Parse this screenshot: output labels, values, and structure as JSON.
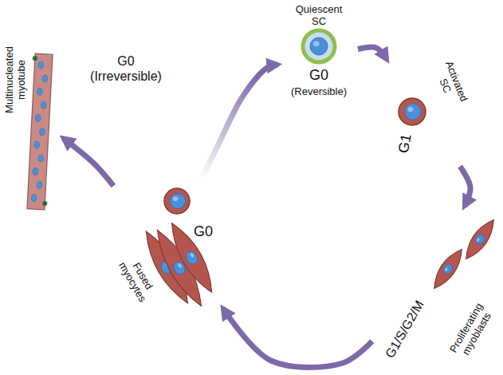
{
  "diagram": {
    "nodes": [
      {
        "text": [
          "Quiescent SC",
          "G0",
          "(Reversible)"
        ]
      },
      {
        "text": [
          "Activated SC",
          "G1"
        ]
      },
      {
        "text": [
          "G1/S/G2/M",
          "Proliferating myoblasts"
        ]
      },
      {
        "text": [
          "Fused myocytes",
          "G0"
        ]
      },
      {
        "text": [
          "Multinucleated myotube"
        ]
      }
    ],
    "edges": [
      {
        "from": 0,
        "to": 1,
        "arrow": "to"
      },
      {
        "from": 1,
        "to": 2,
        "arrow": "to"
      },
      {
        "from": 2,
        "to": 3,
        "arrow": "to"
      },
      {
        "from": 3,
        "to": 0,
        "arrow": "to"
      },
      {
        "from": 3,
        "to": 4,
        "label": "G0 (Irreversible)",
        "arrow": "to"
      }
    ]
  }
}
